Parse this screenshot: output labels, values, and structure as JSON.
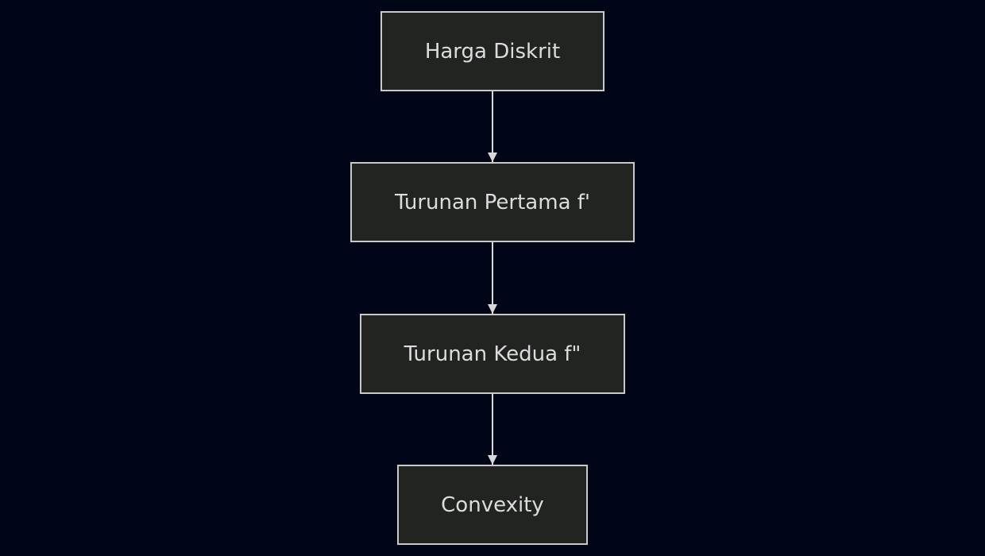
{
  "diagram": {
    "nodes": [
      {
        "id": "n1",
        "label": "Harga Diskrit"
      },
      {
        "id": "n2",
        "label": "Turunan Pertama f'"
      },
      {
        "id": "n3",
        "label": "Turunan Kedua f\""
      },
      {
        "id": "n4",
        "label": "Convexity"
      }
    ],
    "edges": [
      {
        "from": "n1",
        "to": "n2"
      },
      {
        "from": "n2",
        "to": "n3"
      },
      {
        "from": "n3",
        "to": "n4"
      }
    ],
    "colors": {
      "background": "#000617",
      "node_fill": "#222422",
      "node_border": "#c9c9c9",
      "text": "#dcdcdc",
      "edge": "#d9d9d9"
    }
  }
}
